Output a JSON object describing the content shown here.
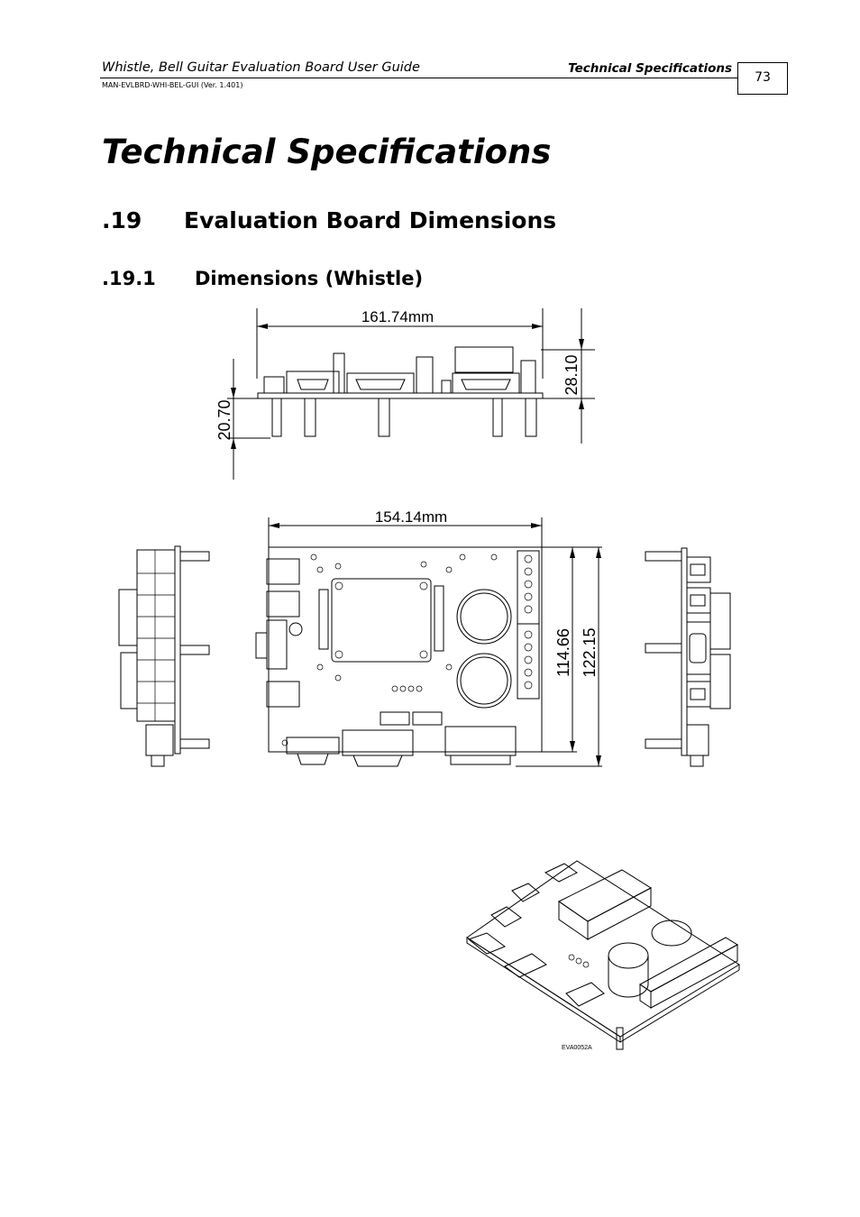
{
  "header": {
    "doc_title": "Whistle, Bell Guitar Evaluation Board User Guide",
    "section": "Technical Specifications",
    "doc_id": "MAN-EVLBRD-WHI-BEL-GUI (Ver. 1.401)",
    "page_number": "73"
  },
  "chapter_title": "Technical Specifications",
  "section": {
    "number": ".19",
    "title": "Evaluation Board Dimensions"
  },
  "subsection": {
    "number": ".19.1",
    "title": "Dimensions (Whistle)"
  },
  "figure": {
    "front_view": {
      "width_label": "161.74mm",
      "height_top_label": "28.10",
      "height_bottom_label": "20.70"
    },
    "top_view": {
      "width_label": "154.14mm",
      "depth_inner_label": "114.66",
      "depth_outer_label": "122.15"
    },
    "iso_view": {
      "figure_code": "EVA0052A"
    }
  }
}
